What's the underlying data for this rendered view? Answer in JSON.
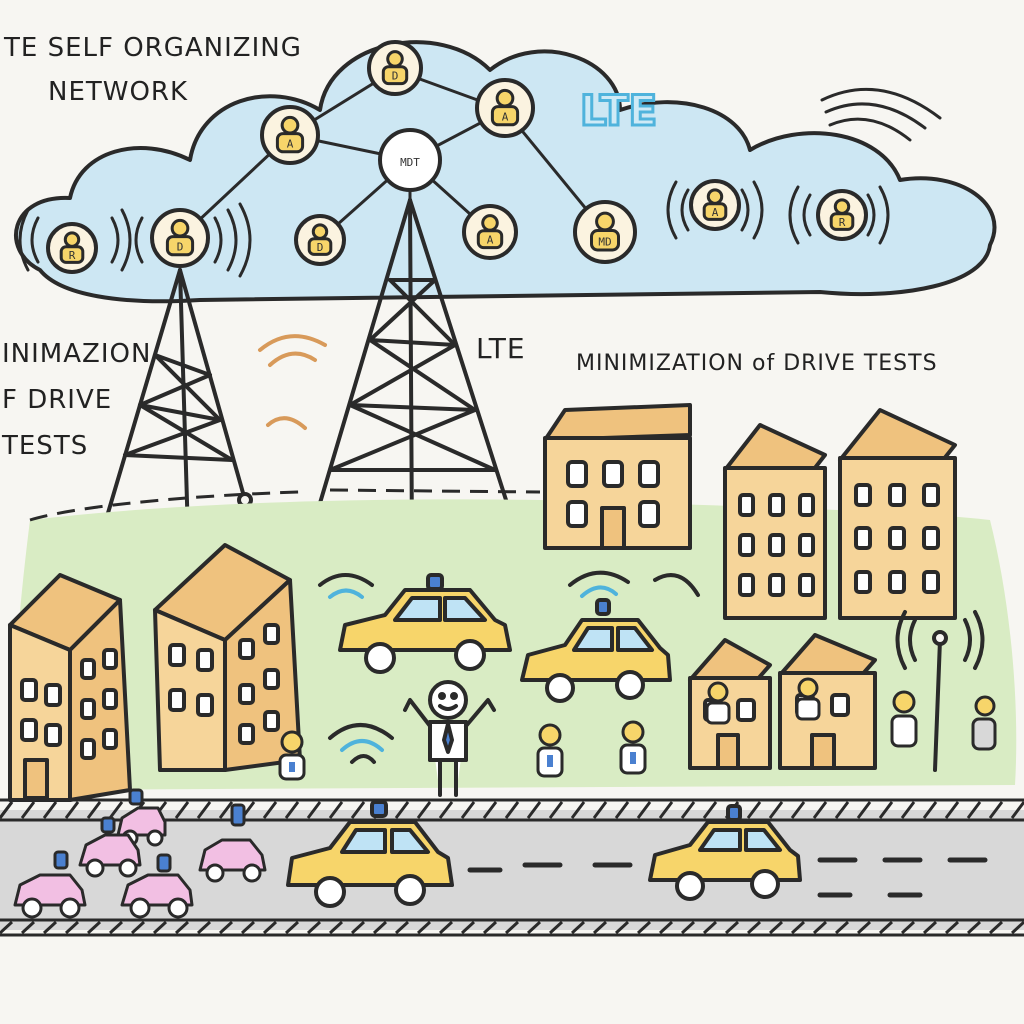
{
  "labels": {
    "title_line1": "TE SELF ORGANIZING",
    "title_line2": "NETWORK",
    "cloud_lte": "LTE",
    "tower_lte": "LTE",
    "left_mdt_1": "INIMAZION",
    "left_mdt_2": "F DRIVE",
    "left_mdt_3": "TESTS",
    "right_mdt": "MINIMIZATION of DRIVE TESTS"
  },
  "nodes": [
    {
      "id": "n-top",
      "text": "D"
    },
    {
      "id": "n-mid-left",
      "text": "A"
    },
    {
      "id": "n-mid-right",
      "text": "A"
    },
    {
      "id": "n-mdt",
      "text": "MDT"
    },
    {
      "id": "n-low-1",
      "text": "R"
    },
    {
      "id": "n-low-2",
      "text": "D"
    },
    {
      "id": "n-low-3",
      "text": "D"
    },
    {
      "id": "n-low-4",
      "text": "A"
    },
    {
      "id": "n-low-5",
      "text": "MD"
    },
    {
      "id": "n-right-1",
      "text": "A"
    },
    {
      "id": "n-right-2",
      "text": "R"
    }
  ],
  "colors": {
    "cloud": "#cde7f3",
    "cloud_stroke": "#2a2a2a",
    "ground": "#d9ecc4",
    "building": "#f6d59a",
    "building_roof": "#efc27e",
    "taxi": "#f7d56a",
    "small_car": "#f2bfe3",
    "road": "#d8d8d8",
    "node_fill": "#f7d56a",
    "lte_blue": "#4fb3dc",
    "dark": "#2a2a2a"
  }
}
